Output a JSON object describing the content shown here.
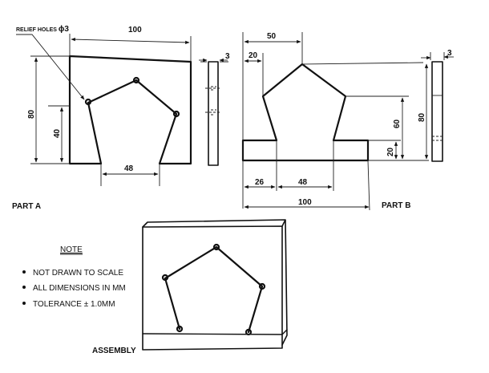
{
  "part_a": {
    "label": "PART A",
    "relief_holes_label": "RELIEF HOLES",
    "relief_holes_dia": "ϕ3",
    "dims": {
      "width": "100",
      "height": "80",
      "slot_height": "40",
      "slot_width": "48",
      "thickness": "3"
    }
  },
  "part_b": {
    "label": "PART B",
    "dims": {
      "apex_offset": "50",
      "shoulder_offset": "20",
      "height": "80",
      "shoulder_height": "60",
      "base_height": "20",
      "left_offset": "26",
      "neck_width": "48",
      "width": "100",
      "thickness": "3"
    }
  },
  "note": {
    "title": "NOTE",
    "items": [
      "NOT DRAWN TO SCALE",
      "ALL DIMENSIONS IN MM",
      "TOLERANCE ± 1.0MM"
    ]
  },
  "assembly": {
    "label": "ASSEMBLY"
  }
}
